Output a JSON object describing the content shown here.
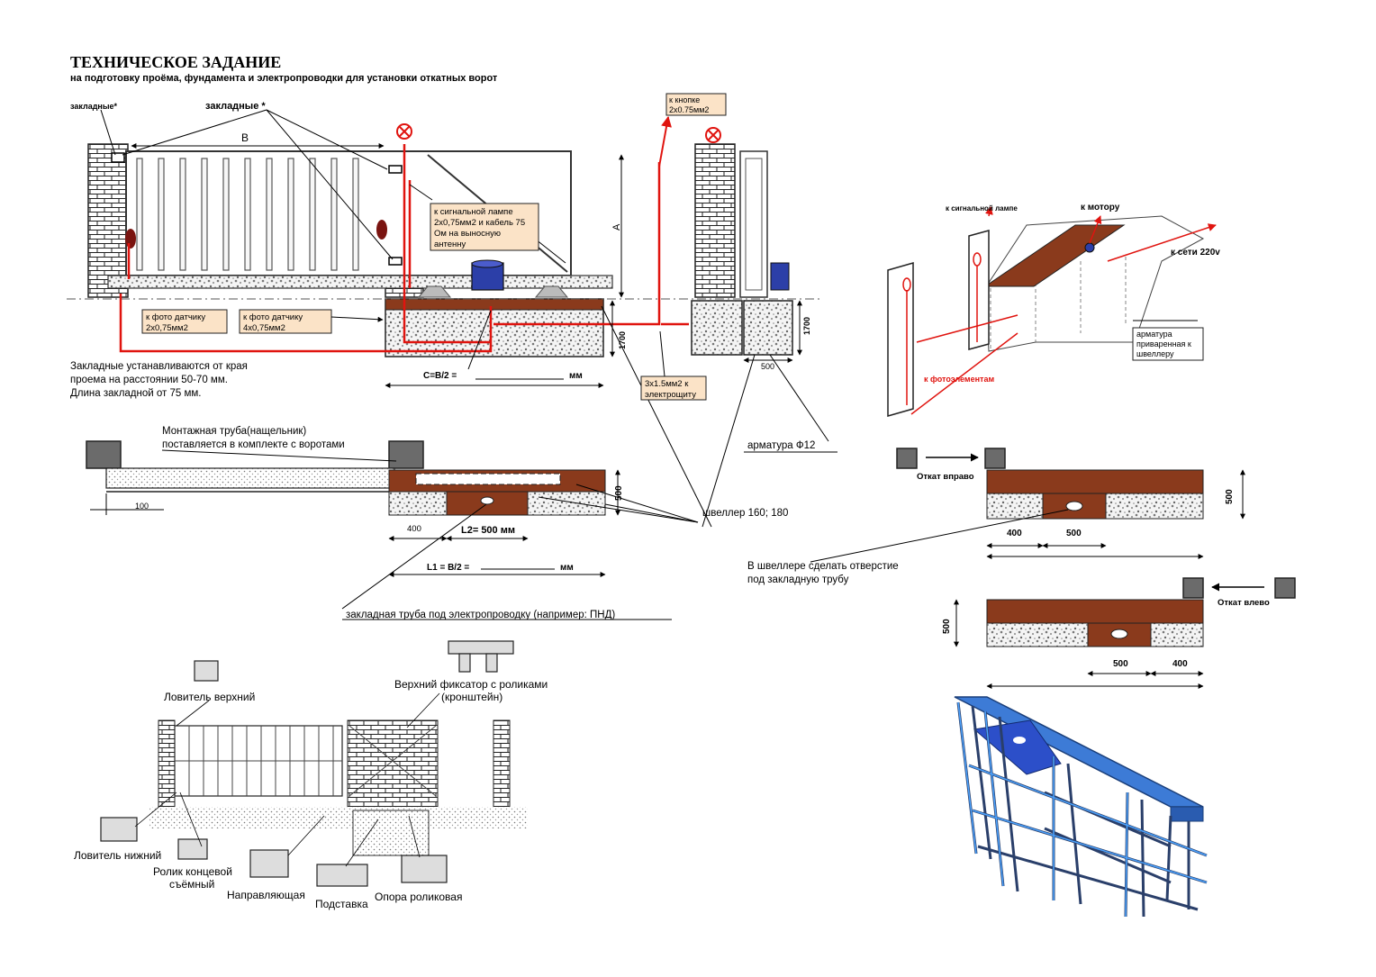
{
  "header": {
    "title": "ТЕХНИЧЕСКОЕ ЗАДАНИЕ",
    "subtitle": "на подготовку проёма, фундамента и электропроводки для установки откатных ворот"
  },
  "front_view": {
    "embed_left": "закладные*",
    "embed_main": "закладные *",
    "dim_b": "B",
    "dim_a": "A",
    "to_button": [
      "к кнопке",
      "2x0.75мм2"
    ],
    "signal_lamp_cable": [
      "к сигнальной лампе",
      "2x0,75мм2 и кабель 75",
      "Ом на выносную",
      "антенну"
    ],
    "photo_sensor_1": [
      "к фото датчику",
      "2x0,75мм2"
    ],
    "photo_sensor_2": [
      "к фото датчику",
      "4x0,75мм2"
    ],
    "dim_1700_left": "1700",
    "dim_1700_right": "1700",
    "dim_500": "500",
    "c_formula": "C=B/2  =",
    "mm_c": "мм",
    "power_cable": [
      "3x1.5мм2 к",
      "электрощиту"
    ],
    "embed_note": [
      "Закладные устанавливаются от края",
      "проема на расстоянии 50-70 мм.",
      "Длина закладной от 75 мм."
    ]
  },
  "plan_view": {
    "mount_pipe": [
      "Монтажная труба(нащельник)",
      "поставляется в комплекте с воротами"
    ],
    "rebar": "арматура Ф12",
    "dim_100": "100",
    "dim_500": "500",
    "dim_400": "400",
    "l2": "L2= 500 мм",
    "l1": "L1 = B/2  =",
    "mm_l1": "мм",
    "channel": "швеллер 160; 180",
    "conduit": "закладная труба под электропроводку (например: ПНД)"
  },
  "perspective": {
    "to_signal_lamp": "к сигнальной лампе",
    "to_motor": "к мотору",
    "to_mains": "к сети 220v",
    "rebar_welded": [
      "арматура",
      "приваренная к",
      "швеллеру"
    ],
    "to_photocells": "к фотоэлементам"
  },
  "rollback": {
    "right_label": "Откат вправо",
    "left_label": "Откат влево",
    "hole_note": [
      "В швеллере сделать отверстие",
      "под закладную трубу"
    ],
    "right_dims": [
      "400",
      "500"
    ],
    "left_dims": [
      "500",
      "400"
    ],
    "height_right": "500",
    "height_left": "500"
  },
  "components": {
    "upper_catcher": "Ловитель верхний",
    "upper_fixer": [
      "Верхний фиксатор с роликами",
      "(кронштейн)"
    ],
    "lower_catcher": "Ловитель нижний",
    "end_roller": [
      "Ролик концевой",
      "съёмный"
    ],
    "guide": "Направляющая",
    "stand": "Подставка",
    "roller_support": "Опора роликовая"
  },
  "colors": {
    "red": "#e0140f",
    "concrete_top": "#8a3a1c",
    "label_fill": "#fbe3c7",
    "motor_blue": "#2c3fa8",
    "steel_blue": "#3d7bd6"
  }
}
